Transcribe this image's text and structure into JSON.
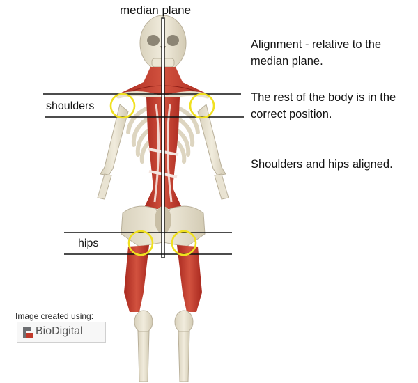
{
  "title": "median plane",
  "annotations": {
    "note1": "Alignment - relative to the median plane.",
    "note2": "The rest of the body is in the correct position.",
    "note3": "Shoulders and hips aligned."
  },
  "labels": {
    "shoulders": "shoulders",
    "hips": "hips"
  },
  "credit": {
    "text": "Image created using:",
    "brand": "BioDigital"
  },
  "colors": {
    "muscle": "#c0392b",
    "bone": "#e6e0cd",
    "highlight_circle": "#f0e020",
    "line": "#111111"
  }
}
